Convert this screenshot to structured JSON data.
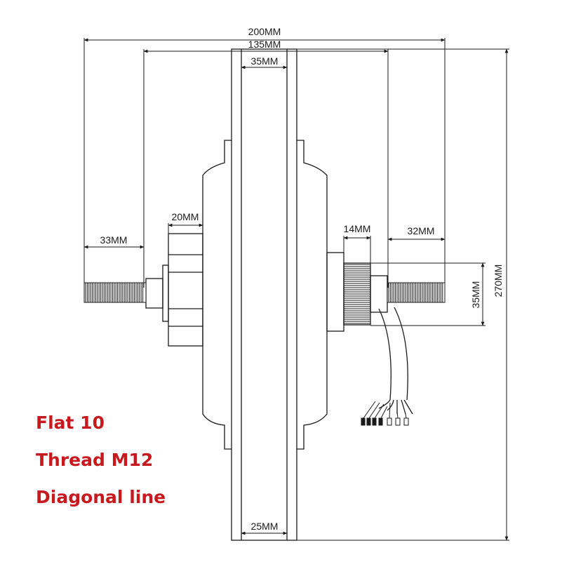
{
  "dimensions": {
    "overall_width": "200MM",
    "flange_span": "135MM",
    "rim_width_top": "35MM",
    "left_axle": "33MM",
    "left_nut": "20MM",
    "right_nut": "14MM",
    "right_axle": "32MM",
    "axle_diameter": "35MM",
    "wheel_diameter": "270MM",
    "rim_width_bottom": "25MM"
  },
  "notes": {
    "line1": "Flat 10",
    "line2": "Thread M12",
    "line3": "Diagonal line"
  },
  "colors": {
    "line": "#1a1a1a",
    "note_text": "#c8191e"
  }
}
